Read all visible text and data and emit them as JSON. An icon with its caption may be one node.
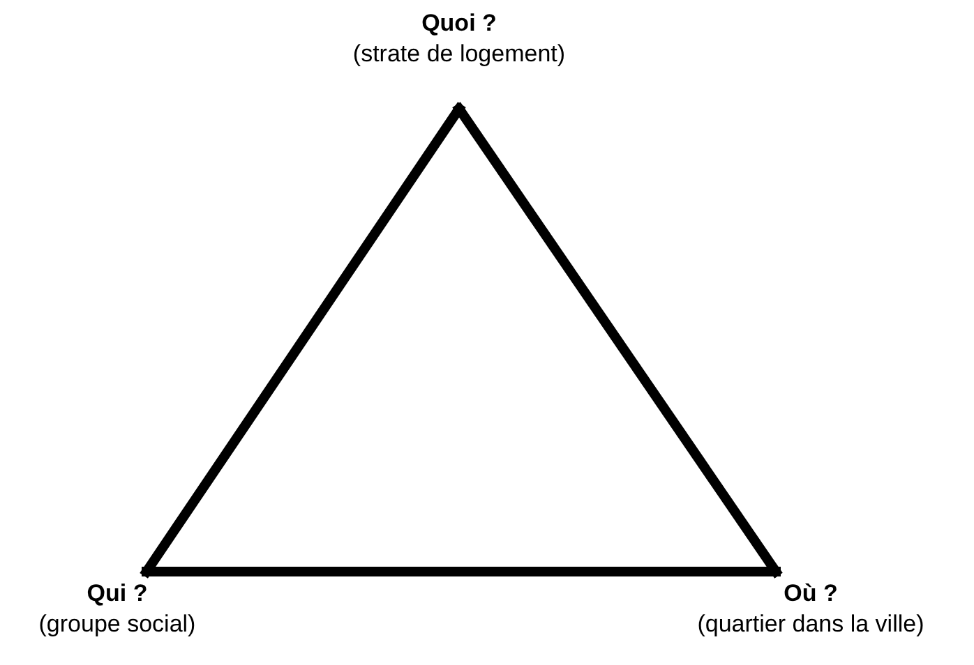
{
  "diagram": {
    "nodes": [
      {
        "text": [
          "Quoi ?",
          "(strate de logement)"
        ]
      },
      {
        "text": [
          "Qui ?",
          "(groupe social)"
        ]
      },
      {
        "text": [
          "Où ?",
          "(quartier dans la ville)"
        ]
      }
    ],
    "edges": [
      {
        "from": 0,
        "to": 1,
        "arrow": "none"
      },
      {
        "from": 1,
        "to": 2,
        "arrow": "none"
      },
      {
        "from": 2,
        "to": 0,
        "arrow": "none"
      }
    ]
  }
}
